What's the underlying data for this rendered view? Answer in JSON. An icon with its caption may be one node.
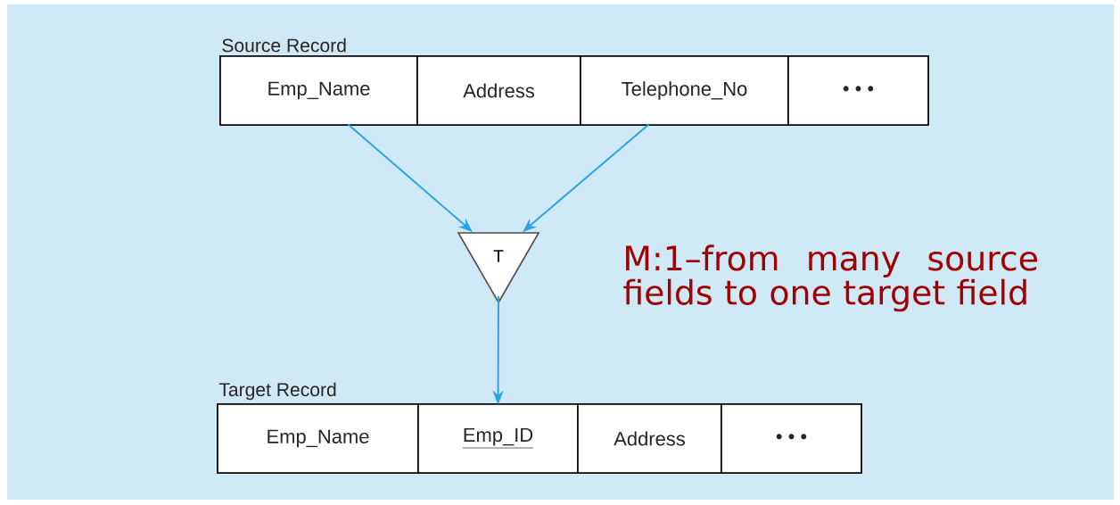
{
  "diagram": {
    "nodes": [
      {
        "text": [
          "Source Record"
        ]
      },
      {
        "text": [
          "Emp_Name"
        ],
        "in": 0
      },
      {
        "text": [
          "Address"
        ],
        "in": 0
      },
      {
        "text": [
          "Telephone_No"
        ],
        "in": 0
      },
      {
        "text": [
          "• • •"
        ],
        "in": 0
      },
      {
        "text": [
          "T"
        ]
      },
      {
        "text": [
          "Target Record"
        ]
      },
      {
        "text": [
          "Emp_Name"
        ],
        "in": 6
      },
      {
        "text": [
          "Emp_ID"
        ],
        "in": 6
      },
      {
        "text": [
          "Address"
        ],
        "in": 6
      },
      {
        "text": [
          "• • •"
        ],
        "in": 6
      }
    ],
    "edges": [
      {
        "from": 1,
        "to": 5,
        "arrow": "to"
      },
      {
        "from": 3,
        "to": 5,
        "arrow": "to"
      },
      {
        "from": 5,
        "to": 8,
        "arrow": "to"
      }
    ],
    "labels": [
      "M:1–from many source fields to one target field"
    ]
  }
}
